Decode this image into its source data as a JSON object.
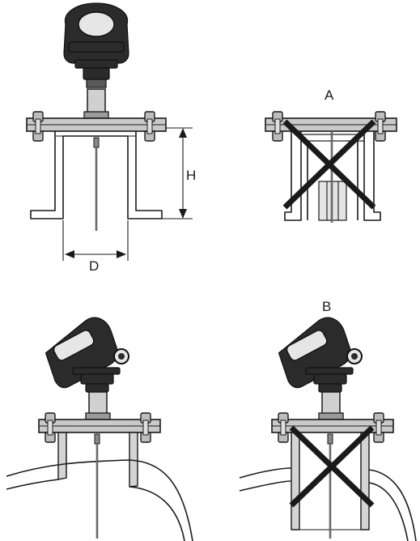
{
  "labels": {
    "height": "H",
    "diameter": "D",
    "incorrect_a": "A",
    "incorrect_b": "B"
  },
  "colors": {
    "line": "#1a1a1a",
    "fill_grey": "#c9c9c9",
    "background": "#ffffff"
  }
}
